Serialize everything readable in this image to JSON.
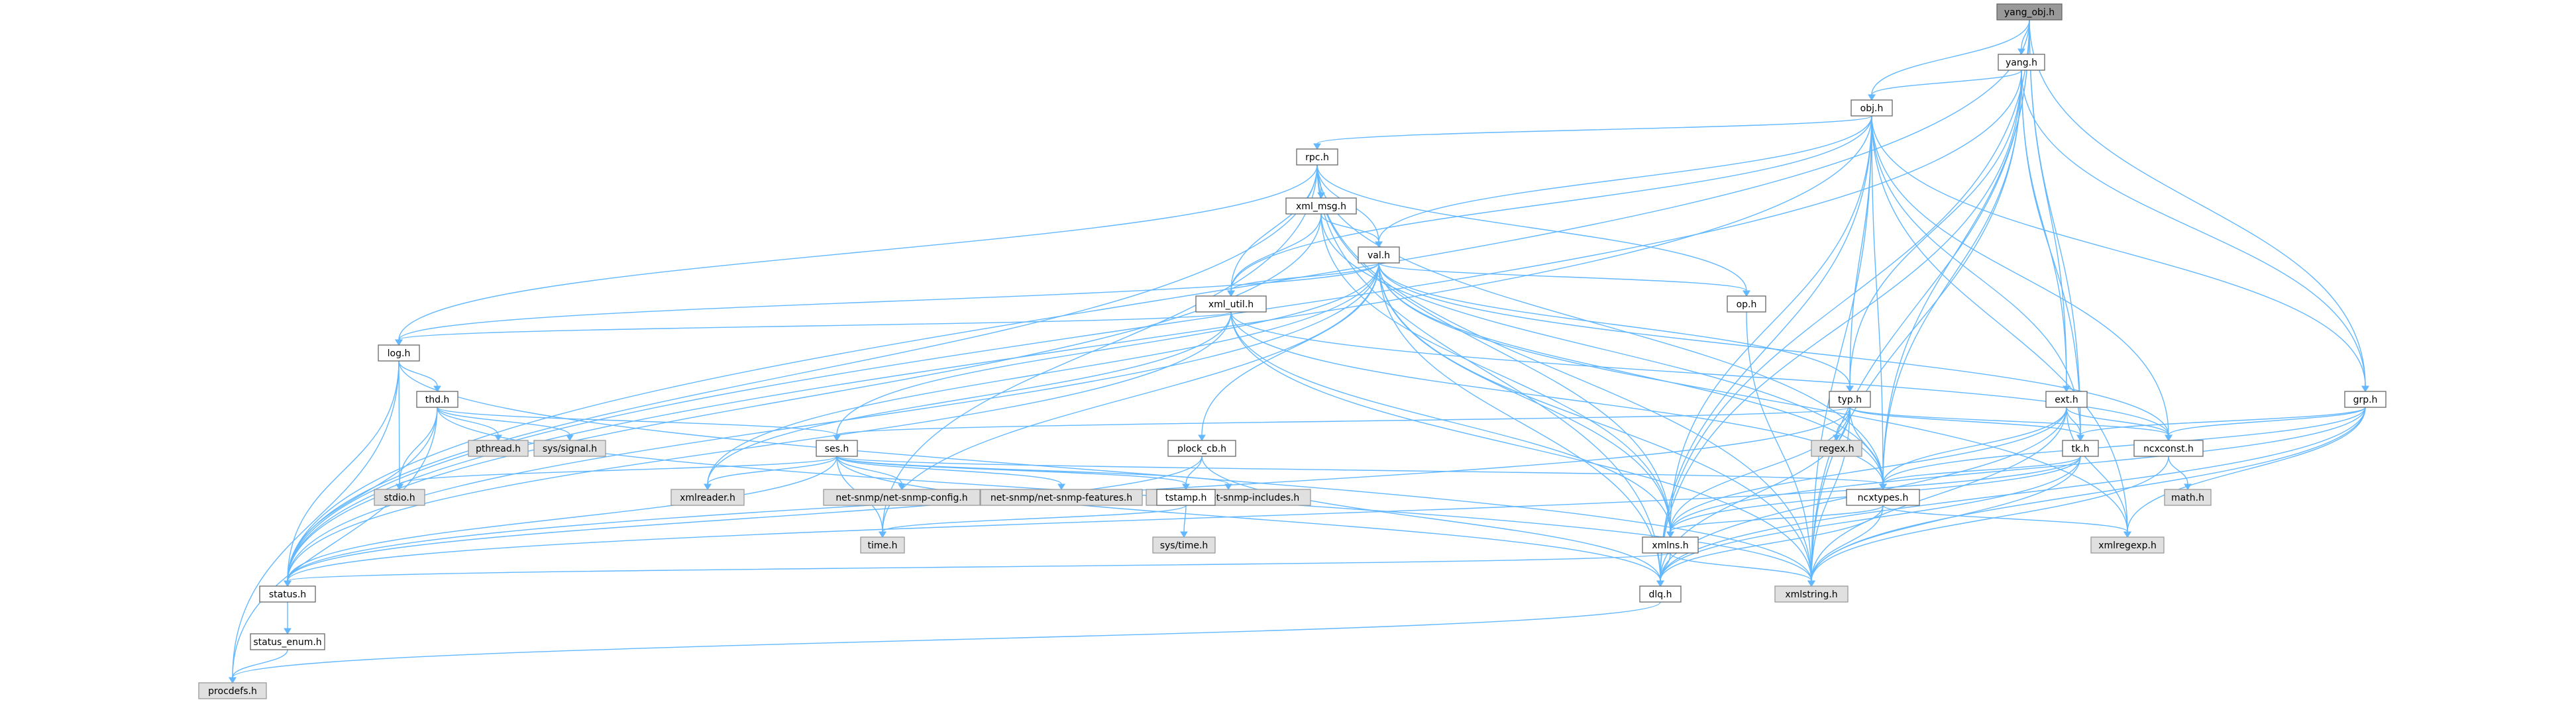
{
  "diagram": {
    "type": "include-dependency-graph",
    "root": "yang_obj.h",
    "colors": {
      "edge": "#63b8ff",
      "node_fill": "#ffffff",
      "node_border": "#666666",
      "root_fill": "#999999",
      "external_fill": "#e0e0e0",
      "external_border": "#999999"
    },
    "nodes": [
      {
        "id": "yang_obj",
        "label": "yang_obj.h",
        "kind": "root"
      },
      {
        "id": "yang",
        "label": "yang.h",
        "kind": "local"
      },
      {
        "id": "obj",
        "label": "obj.h",
        "kind": "local"
      },
      {
        "id": "rpc",
        "label": "rpc.h",
        "kind": "local"
      },
      {
        "id": "xml_msg",
        "label": "xml_msg.h",
        "kind": "local"
      },
      {
        "id": "val",
        "label": "val.h",
        "kind": "local"
      },
      {
        "id": "xml_util",
        "label": "xml_util.h",
        "kind": "local"
      },
      {
        "id": "op",
        "label": "op.h",
        "kind": "local"
      },
      {
        "id": "log",
        "label": "log.h",
        "kind": "local"
      },
      {
        "id": "thd",
        "label": "thd.h",
        "kind": "local"
      },
      {
        "id": "pthread",
        "label": "pthread.h",
        "kind": "external"
      },
      {
        "id": "syssignal",
        "label": "sys/signal.h",
        "kind": "external"
      },
      {
        "id": "ses",
        "label": "ses.h",
        "kind": "local"
      },
      {
        "id": "plock_cb",
        "label": "plock_cb.h",
        "kind": "local"
      },
      {
        "id": "typ",
        "label": "typ.h",
        "kind": "local"
      },
      {
        "id": "regex",
        "label": "regex.h",
        "kind": "external"
      },
      {
        "id": "ext",
        "label": "ext.h",
        "kind": "local"
      },
      {
        "id": "grp",
        "label": "grp.h",
        "kind": "local"
      },
      {
        "id": "tk",
        "label": "tk.h",
        "kind": "local"
      },
      {
        "id": "ncxconst",
        "label": "ncxconst.h",
        "kind": "local"
      },
      {
        "id": "math",
        "label": "math.h",
        "kind": "external"
      },
      {
        "id": "ncxtypes",
        "label": "ncxtypes.h",
        "kind": "local"
      },
      {
        "id": "stdio",
        "label": "stdio.h",
        "kind": "external"
      },
      {
        "id": "xmlreader",
        "label": "xmlreader.h",
        "kind": "external"
      },
      {
        "id": "netsnmpconfig",
        "label": "net-snmp/net-snmp-config.h",
        "kind": "external"
      },
      {
        "id": "netsnmpfeatures",
        "label": "net-snmp/net-snmp-features.h",
        "kind": "external"
      },
      {
        "id": "netsnmpincludes",
        "label": "net-snmp/net-snmp-includes.h",
        "kind": "external"
      },
      {
        "id": "tstamp",
        "label": "tstamp.h",
        "kind": "local"
      },
      {
        "id": "time",
        "label": "time.h",
        "kind": "external"
      },
      {
        "id": "systime",
        "label": "sys/time.h",
        "kind": "external"
      },
      {
        "id": "xmlns",
        "label": "xmlns.h",
        "kind": "local"
      },
      {
        "id": "xmlregexp",
        "label": "xmlregexp.h",
        "kind": "external"
      },
      {
        "id": "status",
        "label": "status.h",
        "kind": "local"
      },
      {
        "id": "dlq",
        "label": "dlq.h",
        "kind": "local"
      },
      {
        "id": "xmlstring",
        "label": "xmlstring.h",
        "kind": "external"
      },
      {
        "id": "status_enum",
        "label": "status_enum.h",
        "kind": "local"
      },
      {
        "id": "procdefs",
        "label": "procdefs.h",
        "kind": "external"
      }
    ],
    "edges": [
      [
        "yang_obj",
        "yang"
      ],
      [
        "yang_obj",
        "obj"
      ],
      [
        "yang_obj",
        "grp"
      ],
      [
        "yang_obj",
        "ext"
      ],
      [
        "yang_obj",
        "tk"
      ],
      [
        "yang_obj",
        "ncxtypes"
      ],
      [
        "yang_obj",
        "dlq"
      ],
      [
        "yang_obj",
        "status"
      ],
      [
        "yang_obj",
        "xmlstring"
      ],
      [
        "yang",
        "obj"
      ],
      [
        "yang",
        "ext"
      ],
      [
        "yang",
        "grp"
      ],
      [
        "yang",
        "typ"
      ],
      [
        "yang",
        "tk"
      ],
      [
        "yang",
        "ncxtypes"
      ],
      [
        "yang",
        "dlq"
      ],
      [
        "yang",
        "status"
      ],
      [
        "yang",
        "xmlstring"
      ],
      [
        "obj",
        "rpc"
      ],
      [
        "obj",
        "val"
      ],
      [
        "obj",
        "typ"
      ],
      [
        "obj",
        "grp"
      ],
      [
        "obj",
        "tk"
      ],
      [
        "obj",
        "ncxconst"
      ],
      [
        "obj",
        "ncxtypes"
      ],
      [
        "obj",
        "xmlns"
      ],
      [
        "obj",
        "xml_util"
      ],
      [
        "obj",
        "xmlregexp"
      ],
      [
        "obj",
        "status"
      ],
      [
        "obj",
        "dlq"
      ],
      [
        "obj",
        "xmlstring"
      ],
      [
        "rpc",
        "xml_msg"
      ],
      [
        "rpc",
        "val"
      ],
      [
        "rpc",
        "op"
      ],
      [
        "rpc",
        "xml_util"
      ],
      [
        "rpc",
        "log"
      ],
      [
        "rpc",
        "ncxtypes"
      ],
      [
        "rpc",
        "xmlns"
      ],
      [
        "rpc",
        "status"
      ],
      [
        "rpc",
        "dlq"
      ],
      [
        "rpc",
        "xmlstring"
      ],
      [
        "rpc",
        "time"
      ],
      [
        "xml_msg",
        "val"
      ],
      [
        "xml_msg",
        "xml_util"
      ],
      [
        "xml_msg",
        "ncxtypes"
      ],
      [
        "xml_msg",
        "xmlns"
      ],
      [
        "xml_msg",
        "status"
      ],
      [
        "val",
        "op"
      ],
      [
        "val",
        "xml_util"
      ],
      [
        "val",
        "log"
      ],
      [
        "val",
        "ses"
      ],
      [
        "val",
        "plock_cb"
      ],
      [
        "val",
        "typ"
      ],
      [
        "val",
        "ncxconst"
      ],
      [
        "val",
        "ncxtypes"
      ],
      [
        "val",
        "xmlns"
      ],
      [
        "val",
        "dlq"
      ],
      [
        "val",
        "status"
      ],
      [
        "val",
        "xmlstring"
      ],
      [
        "val",
        "xmlregexp"
      ],
      [
        "val",
        "time"
      ],
      [
        "val",
        "xmlreader"
      ],
      [
        "xml_util",
        "log"
      ],
      [
        "xml_util",
        "ncxconst"
      ],
      [
        "xml_util",
        "ncxtypes"
      ],
      [
        "xml_util",
        "xmlns"
      ],
      [
        "xml_util",
        "xmlreader"
      ],
      [
        "xml_util",
        "status"
      ],
      [
        "xml_util",
        "xmlstring"
      ],
      [
        "op",
        "xmlstring"
      ],
      [
        "log",
        "thd"
      ],
      [
        "log",
        "stdio"
      ],
      [
        "log",
        "status"
      ],
      [
        "log",
        "procdefs"
      ],
      [
        "log",
        "xmlstring"
      ],
      [
        "thd",
        "pthread"
      ],
      [
        "thd",
        "syssignal"
      ],
      [
        "thd",
        "ses"
      ],
      [
        "thd",
        "stdio"
      ],
      [
        "thd",
        "status"
      ],
      [
        "thd",
        "procdefs"
      ],
      [
        "thd",
        "xmlstring"
      ],
      [
        "ses",
        "stdio"
      ],
      [
        "ses",
        "xmlreader"
      ],
      [
        "ses",
        "netsnmpconfig"
      ],
      [
        "ses",
        "netsnmpfeatures"
      ],
      [
        "ses",
        "netsnmpincludes"
      ],
      [
        "ses",
        "tstamp"
      ],
      [
        "ses",
        "time"
      ],
      [
        "ses",
        "ncxtypes"
      ],
      [
        "ses",
        "status"
      ],
      [
        "ses",
        "dlq"
      ],
      [
        "plock_cb",
        "tstamp"
      ],
      [
        "plock_cb",
        "status"
      ],
      [
        "plock_cb",
        "dlq"
      ],
      [
        "typ",
        "regex"
      ],
      [
        "typ",
        "ses"
      ],
      [
        "typ",
        "tk"
      ],
      [
        "typ",
        "ncxconst"
      ],
      [
        "typ",
        "ncxtypes"
      ],
      [
        "typ",
        "xmlns"
      ],
      [
        "typ",
        "status"
      ],
      [
        "typ",
        "dlq"
      ],
      [
        "typ",
        "xmlstring"
      ],
      [
        "ext",
        "tk"
      ],
      [
        "ext",
        "ncxconst"
      ],
      [
        "ext",
        "ncxtypes"
      ],
      [
        "ext",
        "xmlns"
      ],
      [
        "ext",
        "dlq"
      ],
      [
        "ext",
        "xmlstring"
      ],
      [
        "ext",
        "xmlregexp"
      ],
      [
        "grp",
        "tk"
      ],
      [
        "grp",
        "ncxconst"
      ],
      [
        "grp",
        "ncxtypes"
      ],
      [
        "grp",
        "xmlns"
      ],
      [
        "grp",
        "dlq"
      ],
      [
        "grp",
        "xmlstring"
      ],
      [
        "grp",
        "xmlregexp"
      ],
      [
        "tk",
        "ncxtypes"
      ],
      [
        "tk",
        "xmlns"
      ],
      [
        "tk",
        "status"
      ],
      [
        "tk",
        "dlq"
      ],
      [
        "tk",
        "xmlstring"
      ],
      [
        "ncxconst",
        "math"
      ],
      [
        "ncxconst",
        "xmlstring"
      ],
      [
        "ncxtypes",
        "xmlns"
      ],
      [
        "ncxtypes",
        "xmlregexp"
      ],
      [
        "ncxtypes",
        "dlq"
      ],
      [
        "ncxtypes",
        "xmlstring"
      ],
      [
        "tstamp",
        "time"
      ],
      [
        "tstamp",
        "systime"
      ],
      [
        "xmlns",
        "status"
      ],
      [
        "xmlns",
        "dlq"
      ],
      [
        "xmlns",
        "xmlstring"
      ],
      [
        "status",
        "status_enum"
      ],
      [
        "status_enum",
        "procdefs"
      ],
      [
        "dlq",
        "procdefs"
      ]
    ]
  }
}
